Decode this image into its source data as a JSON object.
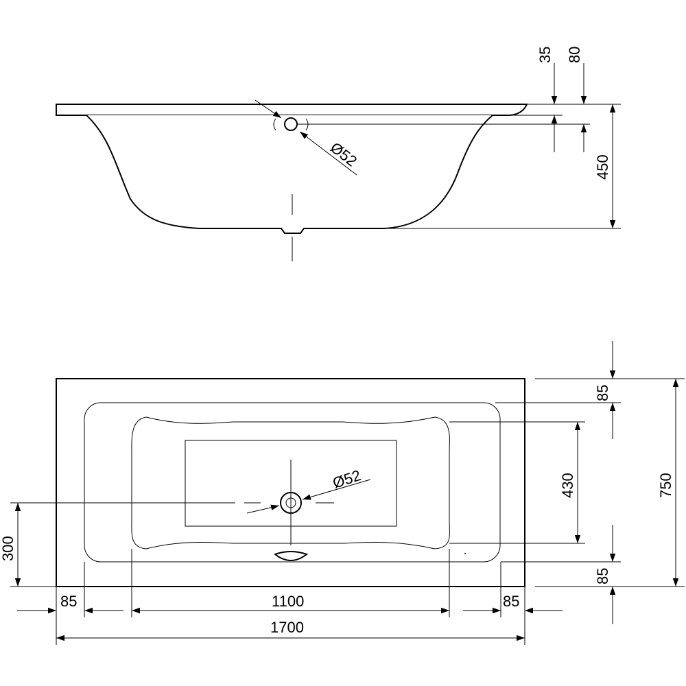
{
  "side_view": {
    "dimensions": {
      "rim_thickness": "35",
      "overflow_height": "80",
      "depth": "450",
      "overflow_diameter": "Ø52"
    }
  },
  "top_view": {
    "dimensions": {
      "border_top": "85",
      "inner_width": "430",
      "total_width": "750",
      "border_bottom": "85",
      "drain_offset": "300",
      "drain_diameter": "Ø52",
      "border_left": "85",
      "inner_length": "1100",
      "border_right": "85",
      "total_length": "1700"
    }
  }
}
